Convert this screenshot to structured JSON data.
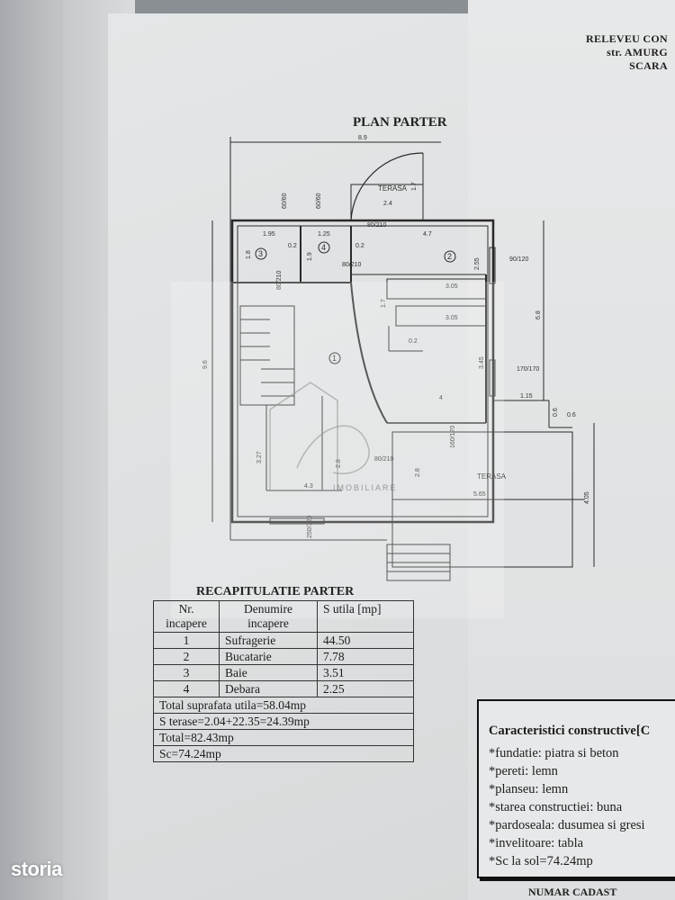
{
  "document": {
    "header_lines": [
      "RELEVEU CON",
      "str. AMURG",
      "SCARA"
    ],
    "plan_title": "PLAN PARTER",
    "watermark_subtitle": "IMOBILIARE",
    "rooms": [
      {
        "number": "1"
      },
      {
        "number": "2"
      },
      {
        "number": "3"
      },
      {
        "number": "4"
      }
    ],
    "dimension_labels": [
      "8.9",
      "9.6",
      "6.8",
      "4.7",
      "1.95",
      "1.25",
      "3.05",
      "3.05",
      "1.7",
      "0.2",
      "2.55",
      "3.45",
      "4",
      "1.15",
      "5.65",
      "4.05",
      "4.3",
      "2.8",
      "2.8",
      "3.27",
      "2.4",
      "1.7",
      "1.8",
      "1.9",
      "0.2",
      "0.2",
      "0.6",
      "0.6",
      "90/120",
      "170/170",
      "80/210",
      "80/210",
      "80/210",
      "80/210",
      "160/170",
      "250/120",
      "60/60",
      "60/60"
    ],
    "terasa_labels": [
      "TERASA",
      "TERASA"
    ],
    "recap_title": "RECAPITULATIE PARTER",
    "recap_headers": {
      "nr": [
        "Nr.",
        "incapere"
      ],
      "denumire": [
        "Denumire",
        "incapere"
      ],
      "suprafata": "S utila [mp]"
    },
    "recap_rows": [
      {
        "nr": "1",
        "name": "Sufragerie",
        "area": "44.50"
      },
      {
        "nr": "2",
        "name": "Bucatarie",
        "area": "7.78"
      },
      {
        "nr": "3",
        "name": "Baie",
        "area": "3.51"
      },
      {
        "nr": "4",
        "name": "Debara",
        "area": "2.25"
      }
    ],
    "recap_totals": [
      "Total suprafata utila=58.04mp",
      "S terase=2.04+22.35=24.39mp",
      "Total=82.43mp",
      "Sc=74.24mp"
    ],
    "characteristics_title": "Caracteristici constructive[C",
    "characteristics": [
      "*fundatie: piatra si beton",
      "*pereti: lemn",
      "*planseu: lemn",
      "*starea constructiei: buna",
      "*pardoseala: dusumea si gresi",
      "*invelitoare: tabla",
      "*Sc la sol=74.24mp"
    ],
    "footer_text": "NUMAR CADAST"
  },
  "branding": {
    "storia_logo": "storia"
  },
  "colors": {
    "ink": "#2a2a2a",
    "paper": "#e2e4e5"
  }
}
